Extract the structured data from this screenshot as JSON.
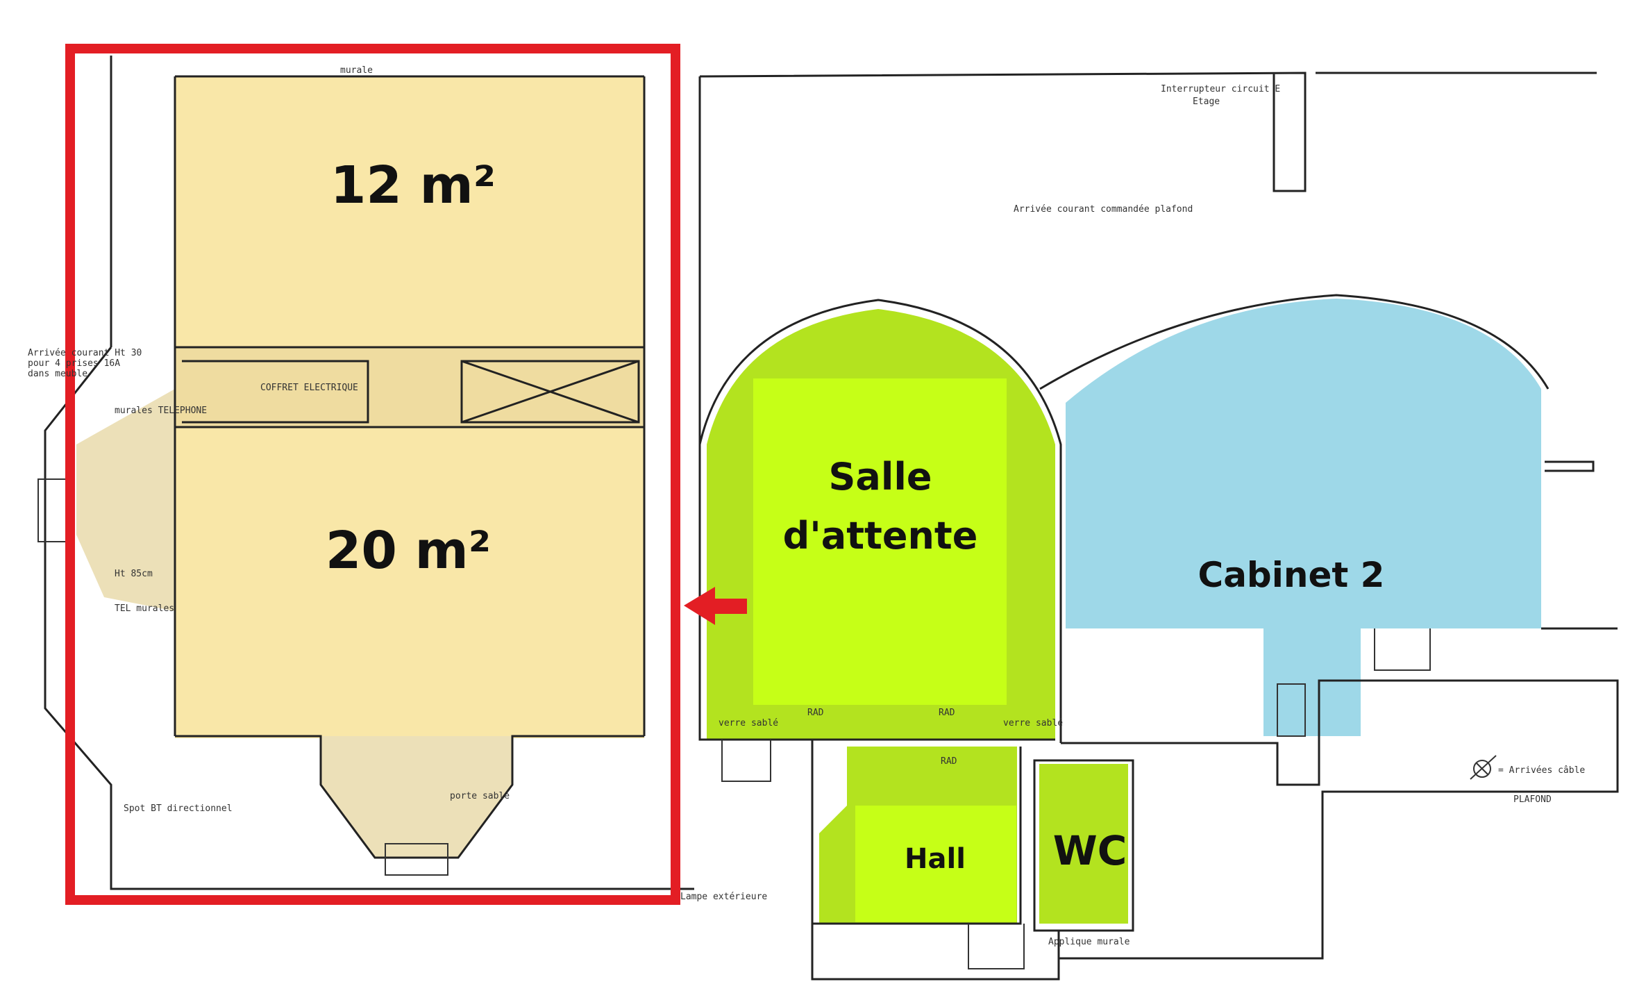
{
  "rooms": {
    "room_12": "12 m²",
    "room_20": "20 m²",
    "salle_line1": "Salle",
    "salle_line2": "d'attente",
    "cabinet2": "Cabinet 2",
    "hall": "Hall",
    "wc": "WC"
  },
  "annotations": {
    "interrupteur_1": "Interrupteur circuit E",
    "interrupteur_2": "Etage",
    "arrivee_plafond": "Arrivée courant commandée plafond",
    "coffret": "COFFRET ELECTRIQUE",
    "arrivee_meuble_1": "Arrivée courant Ht 30",
    "arrivee_meuble_2": "pour 4 prises 16A",
    "arrivee_meuble_3": "dans meuble",
    "murale": "murale",
    "tel_murales": "TEL murales",
    "telephone": "murales TELEPHONE",
    "ht85": "Ht 85cm",
    "rad": "RAD",
    "spot": "Spot BT directionnel",
    "lampe": "Lampe extérieure",
    "applique": "Applique murale",
    "porte_sable": "porte sablé",
    "verre_sable": "verre sablé"
  },
  "legend": {
    "line1": "= Arrivées câble",
    "line2": "PLAFOND"
  },
  "colors": {
    "beige": "#f9e7a8",
    "green_bright": "#c4ff14",
    "green": "#b3e31f",
    "blue": "#9ed8e8",
    "red": "#e31e24"
  }
}
